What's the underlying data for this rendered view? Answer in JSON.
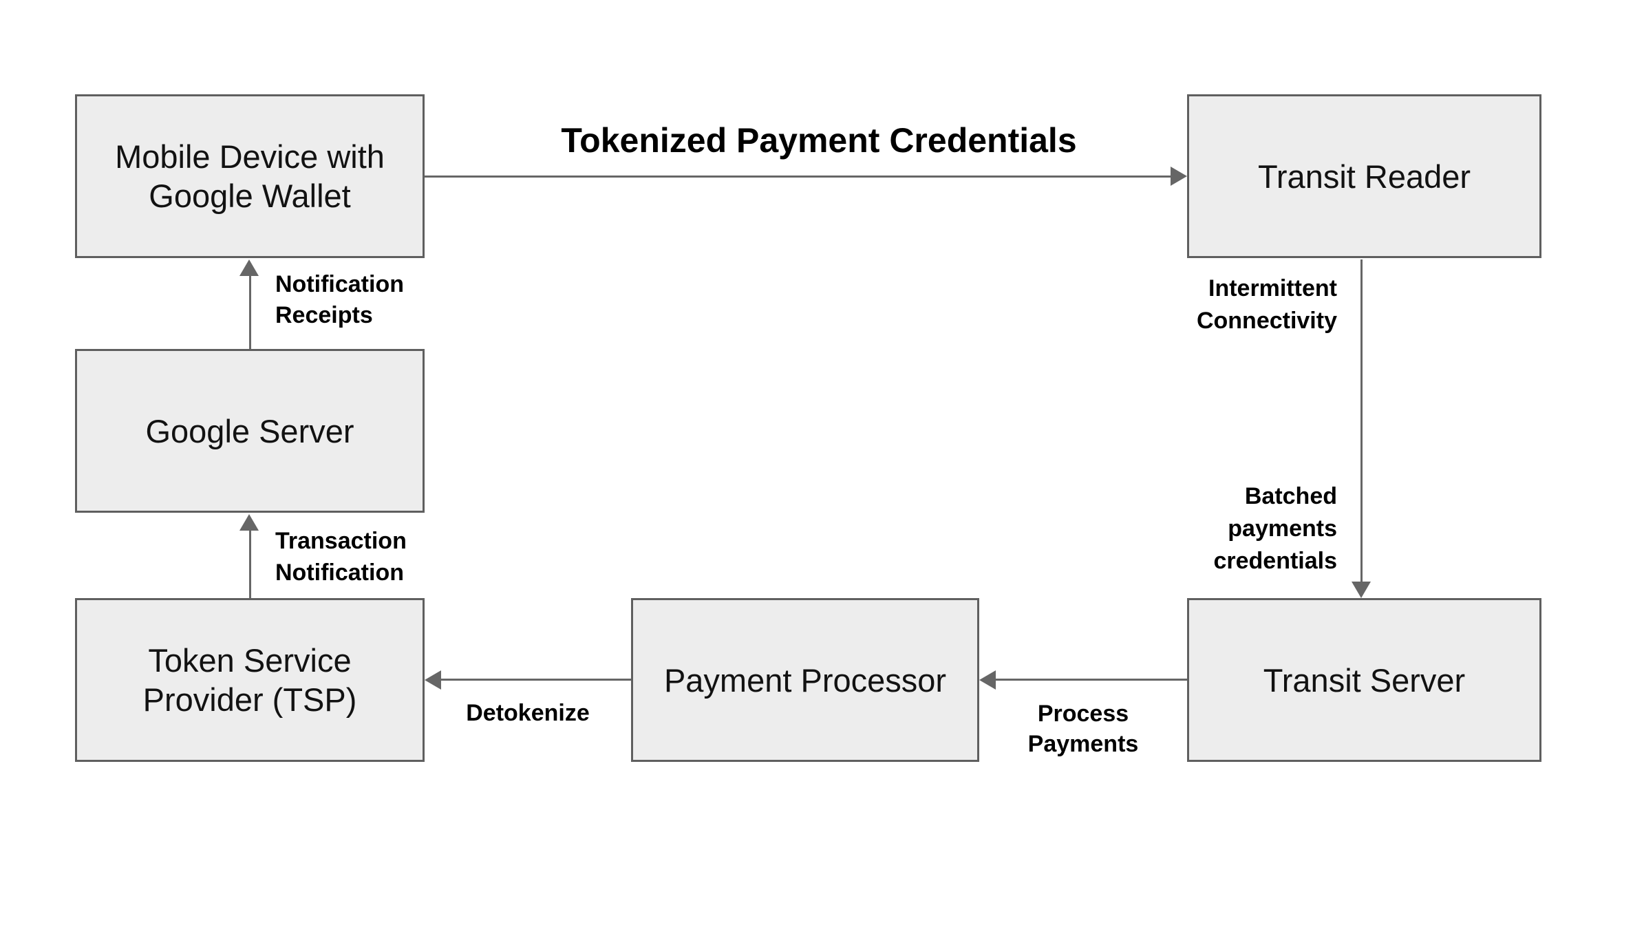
{
  "colors": {
    "background": "#ffffff",
    "node_fill": "#ededed",
    "node_border": "#5f5f5f",
    "arrow": "#666666",
    "node_text": "#121212",
    "label_text": "#000000"
  },
  "nodes": [
    {
      "id": "mobile-wallet",
      "lines": [
        "Mobile Device with",
        "Google Wallet"
      ]
    },
    {
      "id": "google-server",
      "lines": [
        "Google Server"
      ]
    },
    {
      "id": "tsp",
      "lines": [
        "Token Service",
        "Provider (TSP)"
      ]
    },
    {
      "id": "payment-processor",
      "lines": [
        "Payment Processor"
      ]
    },
    {
      "id": "transit-reader",
      "lines": [
        "Transit Reader"
      ]
    },
    {
      "id": "transit-server",
      "lines": [
        "Transit Server"
      ]
    }
  ],
  "edge_labels": {
    "tokenized": "Tokenized Payment Credentials",
    "intermittent": [
      "Intermittent",
      "Connectivity"
    ],
    "batched": [
      "Batched",
      "payments",
      "credentials"
    ],
    "notification_receipts": [
      "Notification",
      "Receipts"
    ],
    "transaction_notification": [
      "Transaction",
      "Notification"
    ],
    "detokenize": "Detokenize",
    "process_payments": [
      "Process",
      "Payments"
    ]
  }
}
